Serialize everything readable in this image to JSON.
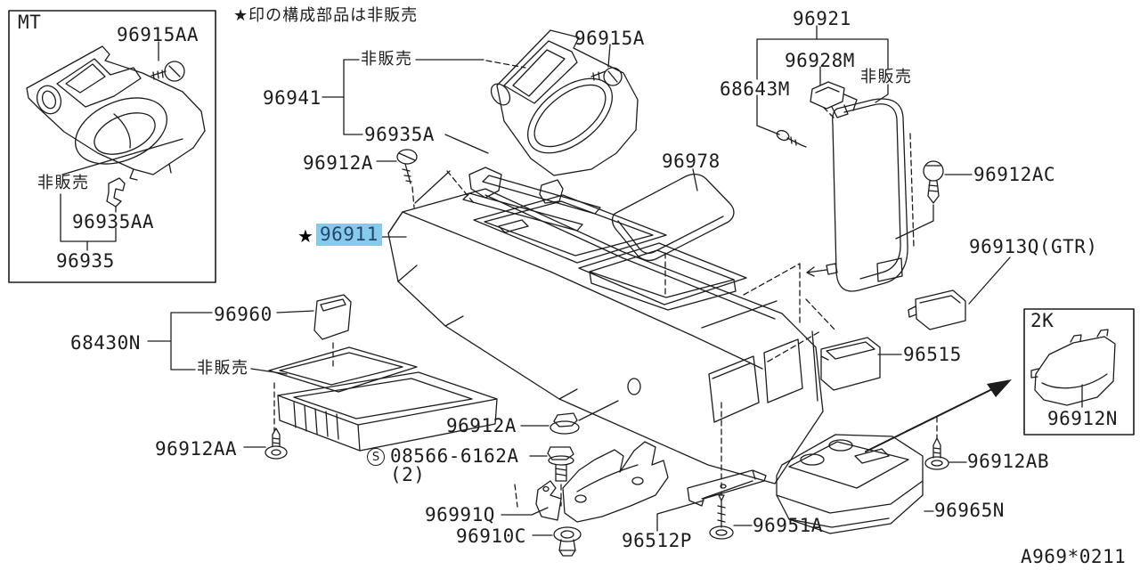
{
  "diagram": {
    "note": "★印の構成部品は非販売",
    "code": "A969*0211",
    "highlighted_part": "96911",
    "inset_tags": [
      "MT",
      "2K"
    ]
  },
  "colors": {
    "line": "#1c1c1c",
    "highlight_bg": "#86cbec",
    "highlight_text": "#24466e",
    "background": "#ffffff"
  },
  "labels": [
    {
      "id": "mt-tag",
      "text": "MT"
    },
    {
      "id": "96915AA",
      "text": "96915AA"
    },
    {
      "id": "mt-not-sold",
      "text": "非販売"
    },
    {
      "id": "96935AA",
      "text": "96935AA"
    },
    {
      "id": "96935",
      "text": "96935"
    },
    {
      "id": "note",
      "text": "★印の構成部品は非販売"
    },
    {
      "id": "not-sold-96941",
      "text": "非販売"
    },
    {
      "id": "96941",
      "text": "96941"
    },
    {
      "id": "96935A",
      "text": "96935A"
    },
    {
      "id": "96912A-top",
      "text": "96912A"
    },
    {
      "id": "star-96911",
      "text": "★"
    },
    {
      "id": "96911",
      "text": "96911"
    },
    {
      "id": "96915A",
      "text": "96915A"
    },
    {
      "id": "96921",
      "text": "96921"
    },
    {
      "id": "96928M",
      "text": "96928M"
    },
    {
      "id": "68643M",
      "text": "68643M"
    },
    {
      "id": "not-sold-96921",
      "text": "非販売"
    },
    {
      "id": "96978",
      "text": "96978"
    },
    {
      "id": "96912AC",
      "text": "96912AC"
    },
    {
      "id": "96913Q",
      "text": "96913Q(GTR)"
    },
    {
      "id": "96515",
      "text": "96515"
    },
    {
      "id": "2k-tag",
      "text": "2K"
    },
    {
      "id": "96912N",
      "text": "96912N"
    },
    {
      "id": "96960",
      "text": "96960"
    },
    {
      "id": "68430N",
      "text": "68430N"
    },
    {
      "id": "not-sold-68430N",
      "text": "非販売"
    },
    {
      "id": "96912AA",
      "text": "96912AA"
    },
    {
      "id": "96912A-btm",
      "text": "96912A"
    },
    {
      "id": "circled-s",
      "text": "S"
    },
    {
      "id": "08566-6162A",
      "text": "08566-6162A"
    },
    {
      "id": "qty-2",
      "text": "(2)"
    },
    {
      "id": "96991Q",
      "text": "96991Q"
    },
    {
      "id": "96910C",
      "text": "96910C"
    },
    {
      "id": "96512P",
      "text": "96512P"
    },
    {
      "id": "96951A",
      "text": "96951A"
    },
    {
      "id": "96965N",
      "text": "96965N"
    },
    {
      "id": "96912AB",
      "text": "96912AB"
    },
    {
      "id": "diagram-code",
      "text": "A969*0211"
    }
  ]
}
